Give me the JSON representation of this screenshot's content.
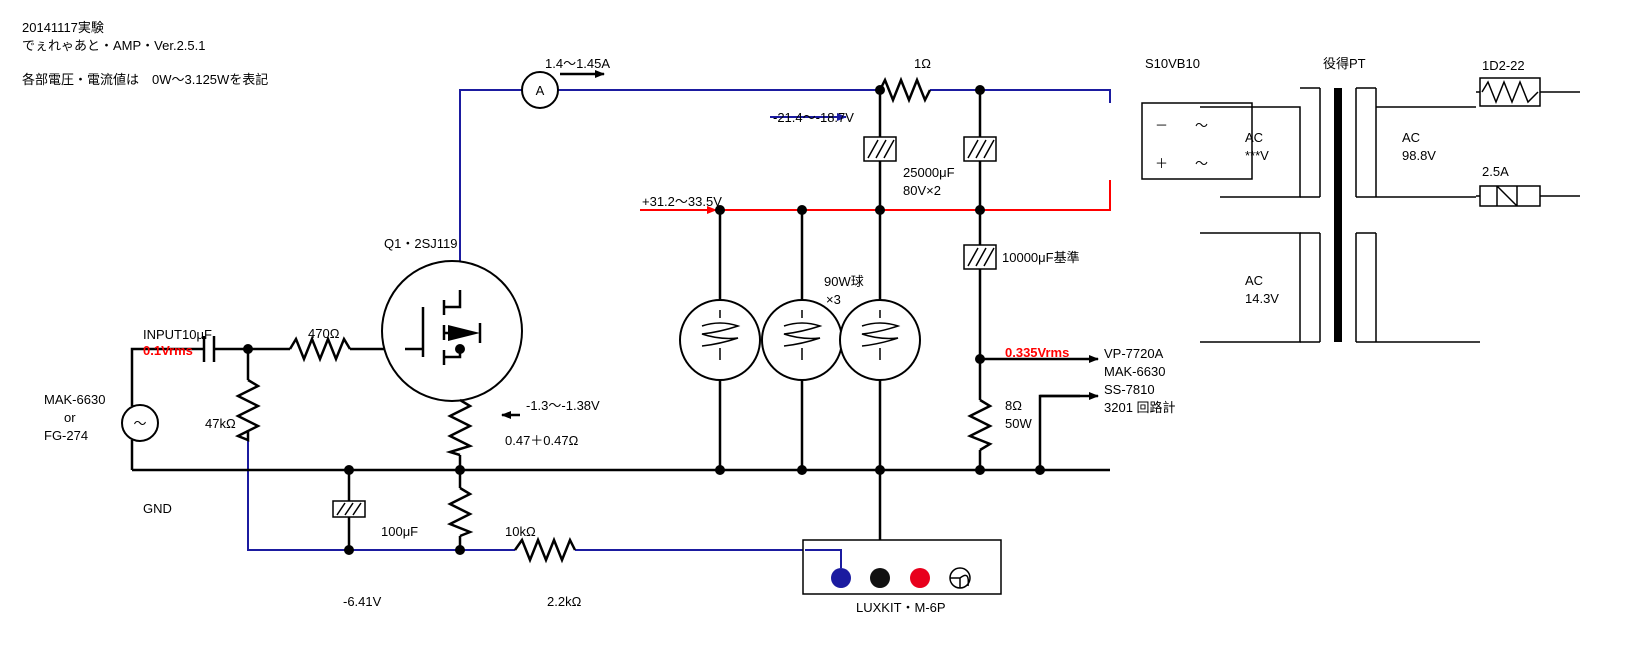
{
  "header": {
    "line1": "20141117実験",
    "line2": "でぇれゃあと・AMP・Ver.2.5.1",
    "line3": "各部電圧・電流値は　0W～3.125Wを表記"
  },
  "labels": {
    "ammeter_reading": "1.4～1.45A",
    "ammeter_symbol": "A",
    "resistor_1ohm": "1Ω",
    "rectifier": "S10VB10",
    "rect_minus": "－",
    "rect_plus": "＋",
    "rect_ac": "～",
    "transformer": "役得PT",
    "diode": "1D2-22",
    "fuse": "2.5A",
    "ac_label": "AC",
    "ac_sec_top": "***V",
    "ac_sec_bottom": "14.3V",
    "ac_primary": "98.8V",
    "neg_voltage": "-21.4～-18.7V",
    "cap_main_1": "25000μF",
    "cap_main_2": "80V×2",
    "pos_voltage": "+31.2～33.5V",
    "cap_ref": "10000μF基準",
    "bulbs_1": "90W球",
    "bulbs_2": "×3",
    "q1": "Q1・2SJ119",
    "input_cap": "INPUT10μF",
    "input_level": "0.1Vrms",
    "r_470": "470Ω",
    "source_1": "MAK-6630",
    "source_2": "or",
    "source_3": "FG-274",
    "source_symbol": "～",
    "r_47k": "47kΩ",
    "gate_voltage": "-1.3～-1.38V",
    "r_047": "0.47＋0.47Ω",
    "gnd": "GND",
    "cap_100": "100μF",
    "r_10k": "10kΩ",
    "v_641": "-6.41V",
    "r_22k": "2.2kΩ",
    "luxkit": "LUXKIT・M-6P",
    "output_level": "0.335Vrms",
    "meter_1": "VP-7720A",
    "meter_2": "MAK-6630",
    "meter_3": "SS-7810",
    "meter_4": "3201 回路計",
    "load_r": "8Ω",
    "load_w": "50W"
  }
}
